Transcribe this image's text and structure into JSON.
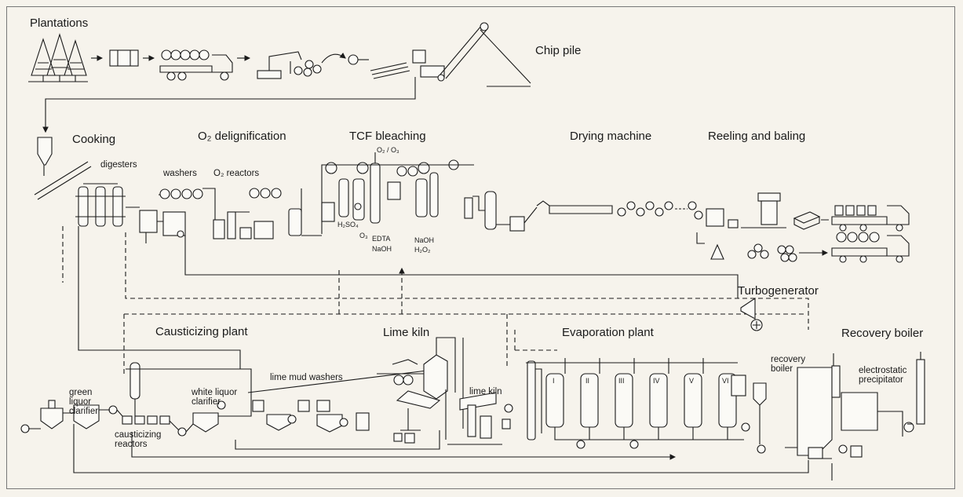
{
  "sections": {
    "plantations": "Plantations",
    "chip_pile": "Chip pile",
    "cooking": "Cooking",
    "o2_delignification": "O₂ delignification",
    "tcf_bleaching": "TCF bleaching",
    "drying_machine": "Drying machine",
    "reeling_and_baling": "Reeling and baling",
    "turbogenerator": "Turbogenerator",
    "causticizing_plant": "Causticizing plant",
    "lime_kiln": "Lime kiln",
    "evaporation_plant": "Evaporation plant",
    "recovery_boiler": "Recovery boiler"
  },
  "equipment_labels": {
    "digesters": "digesters",
    "washers": "washers",
    "o2_reactors": "O₂ reactors",
    "green_liquor_clarifier": "green liquor clarifier",
    "white_liquor_clarifier": "white liquor clarifier",
    "causticizing_reactors": "causticizing reactors",
    "lime_mud_washers": "lime mud washers",
    "lime_kiln_unit": "lime kiln",
    "recovery_boiler_unit": "recovery boiler",
    "electrostatic_precipitator": "electrostatic precipitator"
  },
  "chemicals": {
    "o2_o3": "O₂ / O₃",
    "h2so4": "H₂SO₄",
    "o3": "O₃",
    "edta": "EDTA",
    "naoh_left": "NaOH",
    "naoh_right": "NaOH",
    "h2o2": "H₂O₂"
  },
  "evaporator_stages": [
    "I",
    "II",
    "III",
    "IV",
    "V",
    "VI"
  ]
}
